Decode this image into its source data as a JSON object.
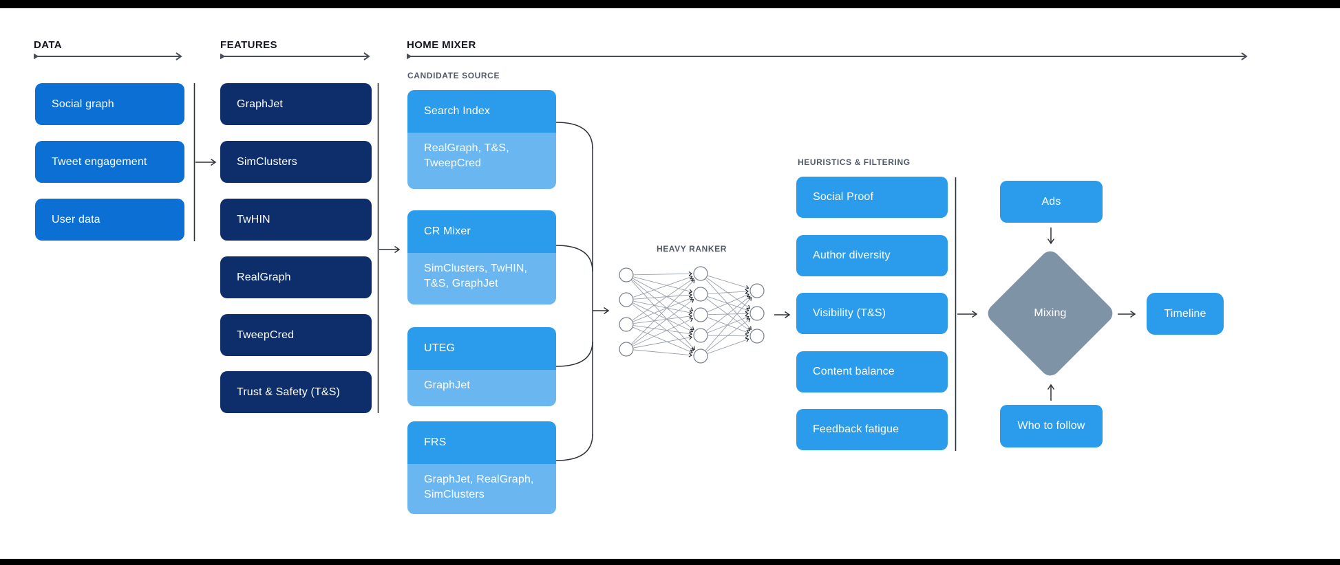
{
  "sections": {
    "data": "DATA",
    "features": "FEATURES",
    "home_mixer": "HOME MIXER"
  },
  "data_column": {
    "items": [
      "Social graph",
      "Tweet engagement",
      "User data"
    ]
  },
  "features_column": {
    "items": [
      "GraphJet",
      "SimClusters",
      "TwHIN",
      "RealGraph",
      "TweepCred",
      "Trust & Safety (T&S)"
    ]
  },
  "candidate_source": {
    "label": "CANDIDATE SOURCE",
    "items": [
      {
        "name": "Search Index",
        "uses": "RealGraph, T&S, TweepCred"
      },
      {
        "name": "CR Mixer",
        "uses": "SimClusters, TwHIN, T&S, GraphJet"
      },
      {
        "name": "UTEG",
        "uses": "GraphJet"
      },
      {
        "name": "FRS",
        "uses": "GraphJet, RealGraph, SimClusters"
      }
    ]
  },
  "heavy_ranker": {
    "label": "HEAVY RANKER",
    "layers": [
      4,
      5,
      3
    ]
  },
  "heuristics": {
    "label": "HEURISTICS & FILTERING",
    "items": [
      "Social Proof",
      "Author diversity",
      "Visibility (T&S)",
      "Content balance",
      "Feedback fatigue"
    ]
  },
  "mixing_stage": {
    "ads": "Ads",
    "mixing": "Mixing",
    "who_to_follow": "Who to follow",
    "timeline": "Timeline"
  },
  "colors": {
    "canvas_bg": "#ffffff",
    "bar_black": "#000000",
    "data_blue": "#0b6fd3",
    "features_navy": "#0d2e6b",
    "source_blue": "#2b9ceb",
    "source_light": "#69b6f0",
    "diamond_gray": "#7f93a7",
    "label_dark": "#14171d",
    "label_gray": "#515a66",
    "line_dark": "#2d3138",
    "section_arrow": "#4a4f57",
    "net_edge": "#9aa0a9",
    "net_node_stroke": "#767e89",
    "net_arrow": "#22262c"
  }
}
